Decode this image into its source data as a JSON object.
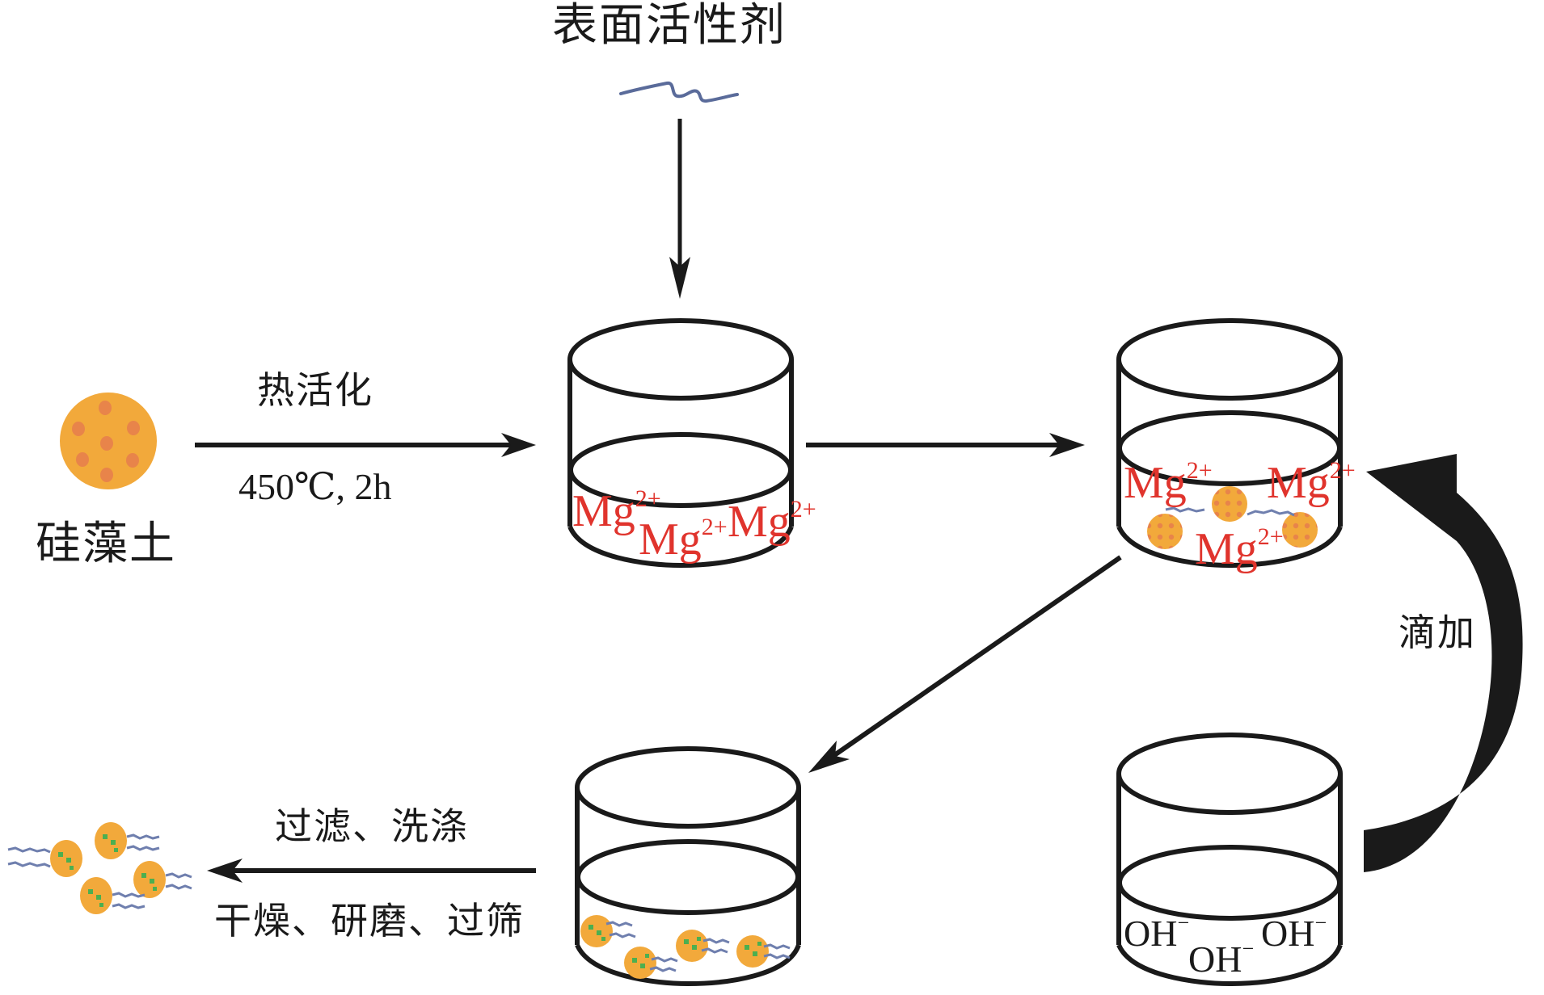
{
  "diagram": {
    "title": "表面活性剂",
    "colors": {
      "line": "#1a1a1a",
      "ion_red": "#e0342d",
      "particle_fill": "#f2a93b",
      "particle_dot": "#e8844a",
      "surfactant": "#5a6b9a",
      "coating_green": "#4caf50",
      "background": "#ffffff"
    },
    "start_material": {
      "label": "硅藻土"
    },
    "steps": {
      "heat_activation": {
        "label": "热活化",
        "condition": "450℃, 2h"
      },
      "dropwise_addition": {
        "label": "滴加"
      },
      "post_treatment": {
        "label_top": "过滤、洗涤",
        "label_bottom": "干燥、研磨、过筛"
      }
    },
    "beakers": {
      "mg_solution": {
        "ions": [
          {
            "base": "Mg",
            "charge": "2+"
          },
          {
            "base": "Mg",
            "charge": "2+"
          },
          {
            "base": "Mg",
            "charge": "2+"
          }
        ]
      },
      "mixture": {
        "ions": [
          {
            "base": "Mg",
            "charge": "2+"
          },
          {
            "base": "Mg",
            "charge": "2+"
          },
          {
            "base": "Mg",
            "charge": "2+"
          }
        ]
      },
      "hydroxide": {
        "ions": [
          {
            "base": "OH",
            "charge": "−"
          },
          {
            "base": "OH",
            "charge": "−"
          },
          {
            "base": "OH",
            "charge": "−"
          }
        ]
      },
      "product_suspension": {}
    }
  }
}
